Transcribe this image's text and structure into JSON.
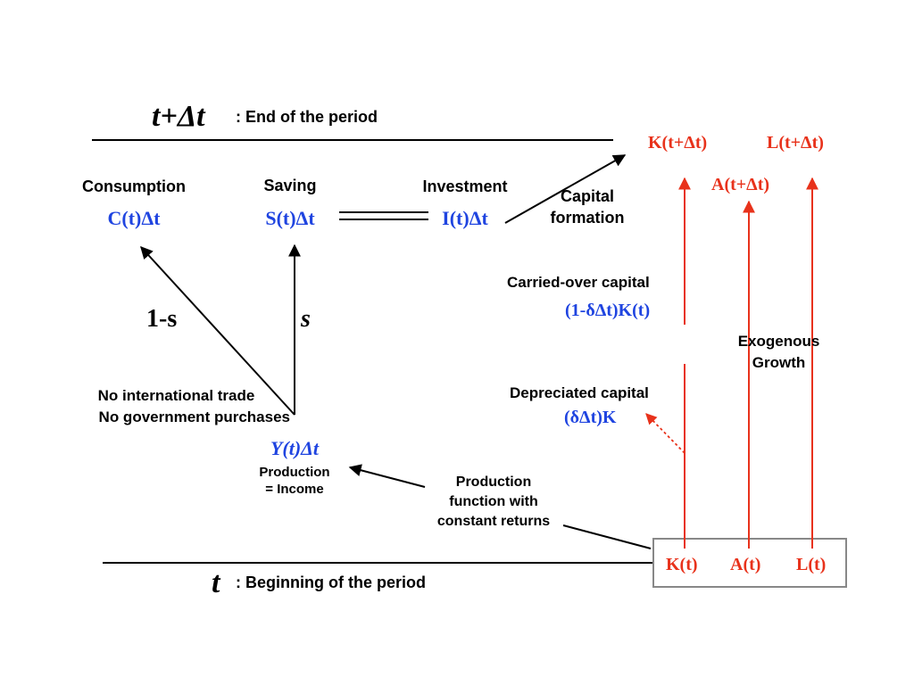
{
  "top": {
    "time_label": "t+Δt",
    "description": ": End of the period"
  },
  "bottom": {
    "time_label": "t",
    "description": ": Beginning of the period"
  },
  "consumption": {
    "title": "Consumption",
    "expr": "C(t)Δt"
  },
  "saving": {
    "title": "Saving",
    "expr": "S(t)Δt"
  },
  "investment": {
    "title": "Investment",
    "expr": "I(t)Δt"
  },
  "capital_formation": {
    "line1": "Capital",
    "line2": "formation"
  },
  "one_minus_s": "1-s",
  "s": "s",
  "assumptions": {
    "line1": "No international trade",
    "line2": "No government purchases"
  },
  "output": {
    "expr": "Y(t)Δt",
    "line1": "Production",
    "line2": "= Income"
  },
  "production_function": {
    "line1": "Production",
    "line2": "function with",
    "line3": "constant returns"
  },
  "carried_over": {
    "label": "Carried-over capital",
    "expr": "(1-δΔt)K(t)"
  },
  "depreciated": {
    "label": "Depreciated capital",
    "expr": "(δΔt)K"
  },
  "exogenous": {
    "line1": "Exogenous",
    "line2": "Growth"
  },
  "end_vars": {
    "k": "K(t+Δt)",
    "a": "A(t+Δt)",
    "l": "L(t+Δt)"
  },
  "start_vars": {
    "k": "K(t)",
    "a": "A(t)",
    "l": "L(t)"
  },
  "colors": {
    "blue": "#1f44e0",
    "red": "#e8321b",
    "box_border": "#888888"
  }
}
